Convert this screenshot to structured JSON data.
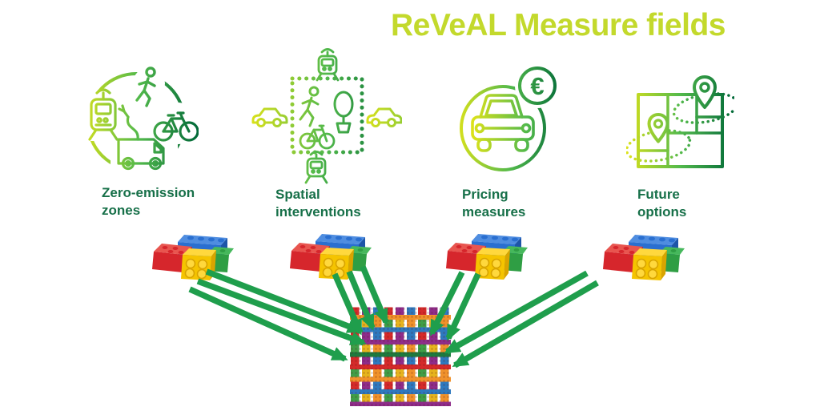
{
  "title": {
    "text": "ReVeAL Measure fields"
  },
  "measure_fields": [
    {
      "id": "zero-emission-zones",
      "label": "Zero-emission\nzones"
    },
    {
      "id": "spatial-interventions",
      "label": "Spatial\ninterventions"
    },
    {
      "id": "pricing-measures",
      "label": "Pricing\nmeasures"
    },
    {
      "id": "future-options",
      "label": "Future\noptions"
    }
  ],
  "pricing": {
    "euro_symbol": "€"
  },
  "colors": {
    "title_color": "#c3d92c",
    "label_color": "#177049",
    "arrow_color": "#1f9e4c",
    "grad_start": "#dce21a",
    "grad_mid": "#52b94b",
    "grad_end": "#006838",
    "lego_red": "#d6262c",
    "lego_red_dark": "#b01e1e",
    "lego_red_light": "#e8554f",
    "lego_blue": "#2a6fd0",
    "lego_blue_light": "#4f8de0",
    "lego_blue_dark": "#1d55a8",
    "lego_yellow": "#f5c400",
    "lego_yellow_light": "#ffd83d",
    "lego_yellow_dark": "#d9a400",
    "lego_green": "#2f9e44",
    "lego_green_light": "#46b85c"
  },
  "weave": {
    "cols": 9,
    "rows": 8,
    "vertical_colors": [
      "#d42a2a",
      "#f0922b",
      "#8e2c8a",
      "#3f9e47",
      "#2e79bf",
      "#e6b41e"
    ],
    "horizontal_colors": [
      "#f0922b",
      "#2e79bf",
      "#8e2c8a",
      "#1d7a3e",
      "#d42a2a"
    ]
  }
}
